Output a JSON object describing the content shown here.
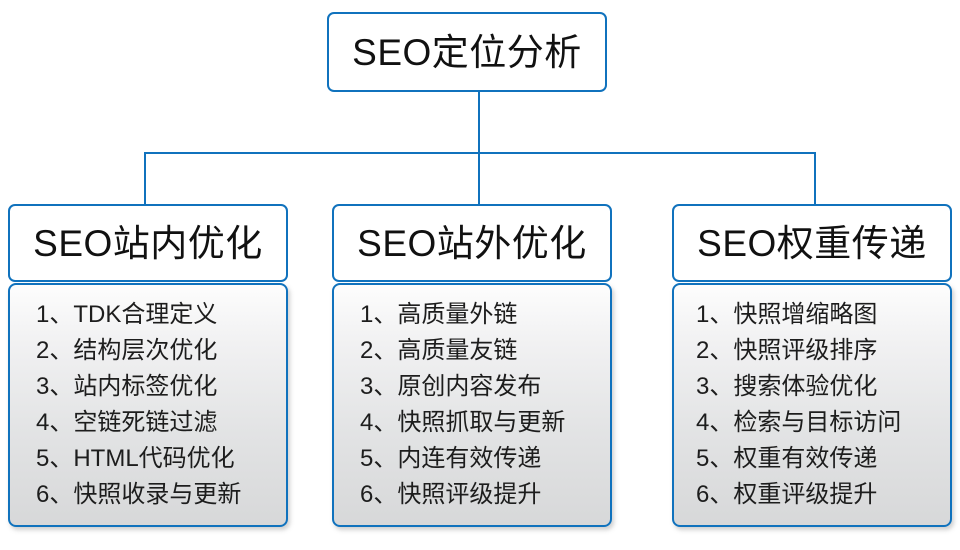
{
  "diagram": {
    "root": {
      "label": "SEO定位分析"
    },
    "colors": {
      "border": "#1072bd",
      "connector": "#1072bd",
      "header_fill": "#ffffff",
      "body_fill_top": "#fdfdfd",
      "body_fill_bottom": "#d7d8d9",
      "text": "#1a1a1a"
    },
    "branches": [
      {
        "header": "SEO站内优化",
        "items": [
          "1、TDK合理定义",
          "2、结构层次优化",
          "3、站内标签优化",
          "4、空链死链过滤",
          "5、HTML代码优化",
          "6、快照收录与更新"
        ]
      },
      {
        "header": "SEO站外优化",
        "items": [
          "1、高质量外链",
          "2、高质量友链",
          "3、原创内容发布",
          "4、快照抓取与更新",
          "5、内连有效传递",
          "6、快照评级提升"
        ]
      },
      {
        "header": "SEO权重传递",
        "items": [
          "1、快照增缩略图",
          "2、快照评级排序",
          "3、搜索体验优化",
          "4、检索与目标访问",
          "5、权重有效传递",
          "6、权重评级提升"
        ]
      }
    ]
  }
}
